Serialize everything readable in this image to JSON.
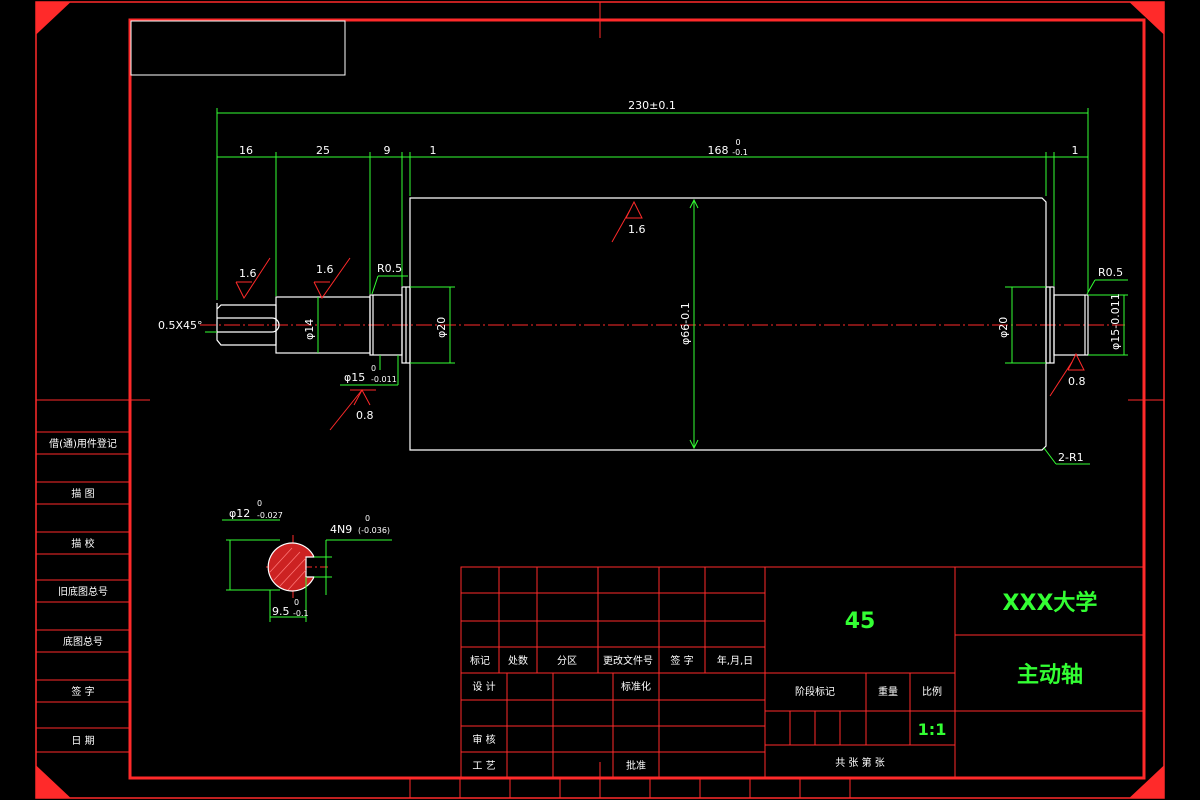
{
  "colors": {
    "frame": "#ff2a2a",
    "part": "#ffffff",
    "dimension": "#33ff33",
    "centerline": "#ff2a2a",
    "background": "#000000"
  },
  "dimensions": {
    "overall": "230±0.1",
    "seg1": "16",
    "seg2": "25",
    "seg3": "9",
    "seg4": "1",
    "seg6": "1",
    "seg5_base": "168",
    "seg5_sup": "0",
    "seg5_sub": "-0.1",
    "chamfer": "0.5X45°",
    "radius_left": "R0.5",
    "radius_right": "R0.5",
    "fillet": "2-R1",
    "dia14": "φ14",
    "dia20_left": "φ20",
    "dia20_right": "φ20",
    "dia66": "φ66-0.1",
    "dia15_left_base": "φ15",
    "dia15_left_sup": "0",
    "dia15_left_sub": "-0.011",
    "dia15_right": "φ15-0.011",
    "rough_16_a": "1.6",
    "rough_16_b": "1.6",
    "rough_16_c": "1.6",
    "rough_08_left": "0.8",
    "rough_08_right": "0.8"
  },
  "section": {
    "dia12_base": "φ12",
    "dia12_sup": "0",
    "dia12_sub": "-0.027",
    "keyway_base": "4N9",
    "keyway_sup": "0",
    "keyway_sub": "(-0.036)",
    "depth_base": "9.5",
    "depth_sup": "0",
    "depth_sub": "-0.1"
  },
  "side_labels": [
    "借(通)用件登记",
    "描 图",
    "描 校",
    "旧底图总号",
    "底图总号",
    "签 字",
    "日 期"
  ],
  "title_block": {
    "headers": [
      "标记",
      "处数",
      "分区",
      "更改文件号",
      "签 字",
      "年,月,日"
    ],
    "design": "设 计",
    "standardize": "标准化",
    "review": "审 核",
    "process": "工 艺",
    "approve": "批准",
    "stage_mark": "阶段标记",
    "weight": "重量",
    "scale_label": "比例",
    "scale_value": "1:1",
    "sheets": "共 张 第 张",
    "material": "45",
    "school": "XXX大学",
    "part_name": "主动轴"
  }
}
